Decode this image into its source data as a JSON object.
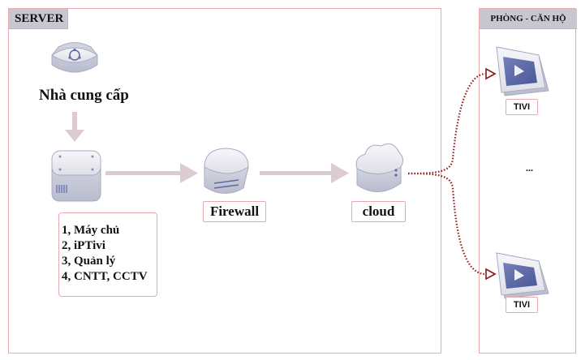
{
  "server_panel": {
    "title": "SERVER"
  },
  "room_panel": {
    "title": "PHÒNG - CĂN HỘ"
  },
  "nodes": {
    "provider": {
      "label": "Nhà cung cấp",
      "icon": "shared-server-icon"
    },
    "main_server": {
      "icon": "server-icon"
    },
    "firewall": {
      "label": "Firewall",
      "icon": "firewall-icon"
    },
    "cloud": {
      "label": "cloud",
      "icon": "cloud-storage-icon"
    },
    "tivi_top": {
      "label": "TIVI",
      "icon": "tv-icon"
    },
    "tivi_bottom": {
      "label": "TIVI",
      "icon": "tv-icon"
    },
    "ellipsis": "..."
  },
  "server_roles": [
    "1, Máy chủ",
    "2, iPTivi",
    "3, Quản lý",
    "4, CNTT, CCTV"
  ],
  "edges": [
    {
      "from": "provider",
      "to": "main_server",
      "style": "solid"
    },
    {
      "from": "main_server",
      "to": "firewall",
      "style": "solid"
    },
    {
      "from": "firewall",
      "to": "cloud",
      "style": "solid"
    },
    {
      "from": "cloud",
      "to": "tivi_top",
      "style": "dotted"
    },
    {
      "from": "cloud",
      "to": "tivi_bottom",
      "style": "dotted"
    }
  ],
  "colors": {
    "panel_border": "#e8a9ae",
    "panel_title_bg": "#c7c7d1",
    "solid_arrow": "#dccbd2",
    "dotted_arrow": "#8b1a1a",
    "device_body": "#eeeef3",
    "device_edge": "#a8abc0",
    "tv_screen": "#5c6aa8"
  }
}
